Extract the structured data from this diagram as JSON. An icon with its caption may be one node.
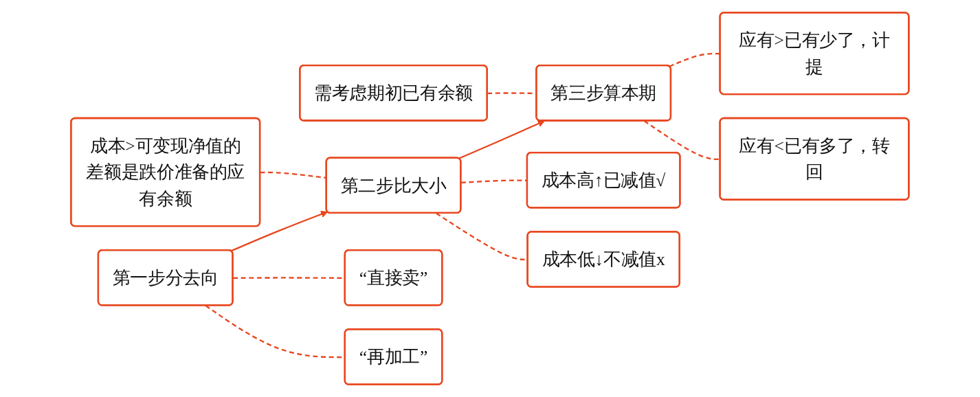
{
  "diagram": {
    "nodes": [
      {
        "text": [
          "成本>可变现净值的差额是跌价准备的应有余额"
        ]
      },
      {
        "text": [
          "需考虑期初已有余额"
        ]
      },
      {
        "text": [
          "第一步分去向"
        ]
      },
      {
        "text": [
          "第二步比大小"
        ]
      },
      {
        "text": [
          "第三步算本期"
        ]
      },
      {
        "text": [
          "“直接卖”"
        ]
      },
      {
        "text": [
          "“再加工”"
        ]
      },
      {
        "text": [
          "成本高↑已减值√"
        ]
      },
      {
        "text": [
          "成本低↓不减值x"
        ]
      },
      {
        "text": [
          "应有>已有少了，计提"
        ]
      },
      {
        "text": [
          "应有<已有多了，转回"
        ]
      }
    ],
    "edges": [
      {
        "from": 2,
        "to": 3,
        "arrow": "to"
      },
      {
        "from": 3,
        "to": 4,
        "arrow": "to"
      },
      {
        "from": 0,
        "to": 3,
        "arrow": "none",
        "style": "dashed"
      },
      {
        "from": 1,
        "to": 4,
        "arrow": "none",
        "style": "dashed"
      },
      {
        "from": 2,
        "to": 5,
        "arrow": "none",
        "style": "dashed"
      },
      {
        "from": 2,
        "to": 6,
        "arrow": "none",
        "style": "dashed"
      },
      {
        "from": 3,
        "to": 7,
        "arrow": "none",
        "style": "dashed"
      },
      {
        "from": 3,
        "to": 8,
        "arrow": "none",
        "style": "dashed"
      },
      {
        "from": 4,
        "to": 9,
        "arrow": "none",
        "style": "dashed"
      },
      {
        "from": 4,
        "to": 10,
        "arrow": "none",
        "style": "dashed"
      }
    ]
  }
}
